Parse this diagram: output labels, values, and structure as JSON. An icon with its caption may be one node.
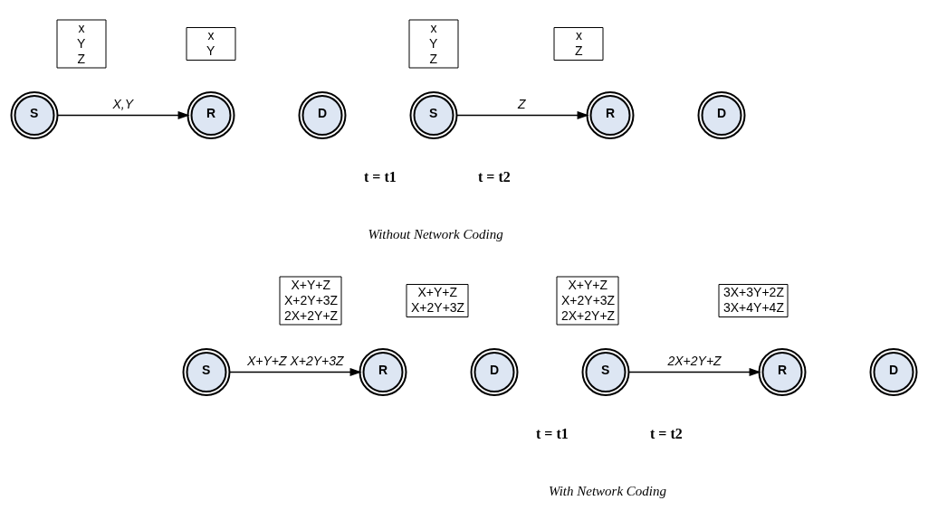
{
  "diagram": {
    "nodes": [
      {
        "text": [
          "x",
          "Y",
          "Z"
        ]
      },
      {
        "text": [
          "x",
          "Y"
        ]
      },
      {
        "text": [
          "x",
          "Y",
          "Z"
        ]
      },
      {
        "text": [
          "x",
          "Z"
        ]
      },
      {
        "text": [
          "S"
        ]
      },
      {
        "text": [
          "R"
        ]
      },
      {
        "text": [
          "D"
        ]
      },
      {
        "text": [
          "S"
        ]
      },
      {
        "text": [
          "R"
        ]
      },
      {
        "text": [
          "D"
        ]
      },
      {
        "text": [
          "X+Y+Z",
          "X+2Y+3Z",
          "2X+2Y+Z"
        ]
      },
      {
        "text": [
          "X+Y+Z",
          "X+2Y+3Z"
        ]
      },
      {
        "text": [
          "X+Y+Z",
          "X+2Y+3Z",
          "2X+2Y+Z"
        ]
      },
      {
        "text": [
          "3X+3Y+2Z",
          "3X+4Y+4Z"
        ]
      },
      {
        "text": [
          "S"
        ]
      },
      {
        "text": [
          "R"
        ]
      },
      {
        "text": [
          "D"
        ]
      },
      {
        "text": [
          "S"
        ]
      },
      {
        "text": [
          "R"
        ]
      },
      {
        "text": [
          "D"
        ]
      }
    ],
    "edges": [
      {
        "from": 4,
        "to": 5,
        "arrow": "to",
        "label": "X,Y"
      },
      {
        "from": 7,
        "to": 8,
        "arrow": "to",
        "label": "Z"
      },
      {
        "from": 14,
        "to": 15,
        "arrow": "to",
        "label": "X+Y+Z X+2Y+3Z"
      },
      {
        "from": 17,
        "to": 18,
        "arrow": "to",
        "label": "2X+2Y+Z"
      }
    ],
    "labels": [
      "t = t1",
      "t = t2",
      "Without Network Coding",
      "t = t1",
      "t = t2",
      "With Network Coding"
    ]
  }
}
